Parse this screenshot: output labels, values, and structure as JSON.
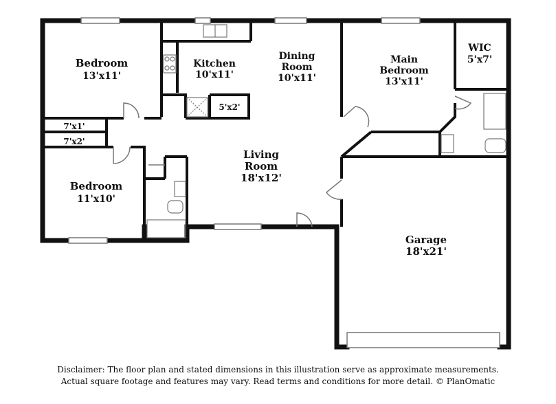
{
  "rooms": {
    "bedroom1": {
      "name": "Bedroom",
      "dim": "13'x11'"
    },
    "kitchen": {
      "name": "Kitchen",
      "dim": "10'x11'"
    },
    "dining": {
      "name_line1": "Dining",
      "name_line2": "Room",
      "dim": "10'x11'"
    },
    "main_bedroom": {
      "name_line1": "Main",
      "name_line2": "Bedroom",
      "dim": "13'x11'"
    },
    "wic": {
      "name": "WIC",
      "dim": "5'x7'"
    },
    "closet_7x1": {
      "dim": "7'x1'"
    },
    "closet_7x2": {
      "dim": "7'x2'"
    },
    "pantry": {
      "dim": "5'x2'"
    },
    "living": {
      "name_line1": "Living",
      "name_line2": "Room",
      "dim": "18'x12'"
    },
    "bedroom2": {
      "name": "Bedroom",
      "dim": "11'x10'"
    },
    "garage": {
      "name": "Garage",
      "dim": "18'x21'"
    }
  },
  "disclaimer": {
    "line1": "Disclaimer: The floor plan and stated dimensions in this illustration serve as approximate measurements.",
    "line2": "Actual square footage and features may vary. Read terms and conditions for more detail. © PlanOmatic"
  },
  "colors": {
    "wall": "#111111",
    "fixture": "#777777"
  }
}
